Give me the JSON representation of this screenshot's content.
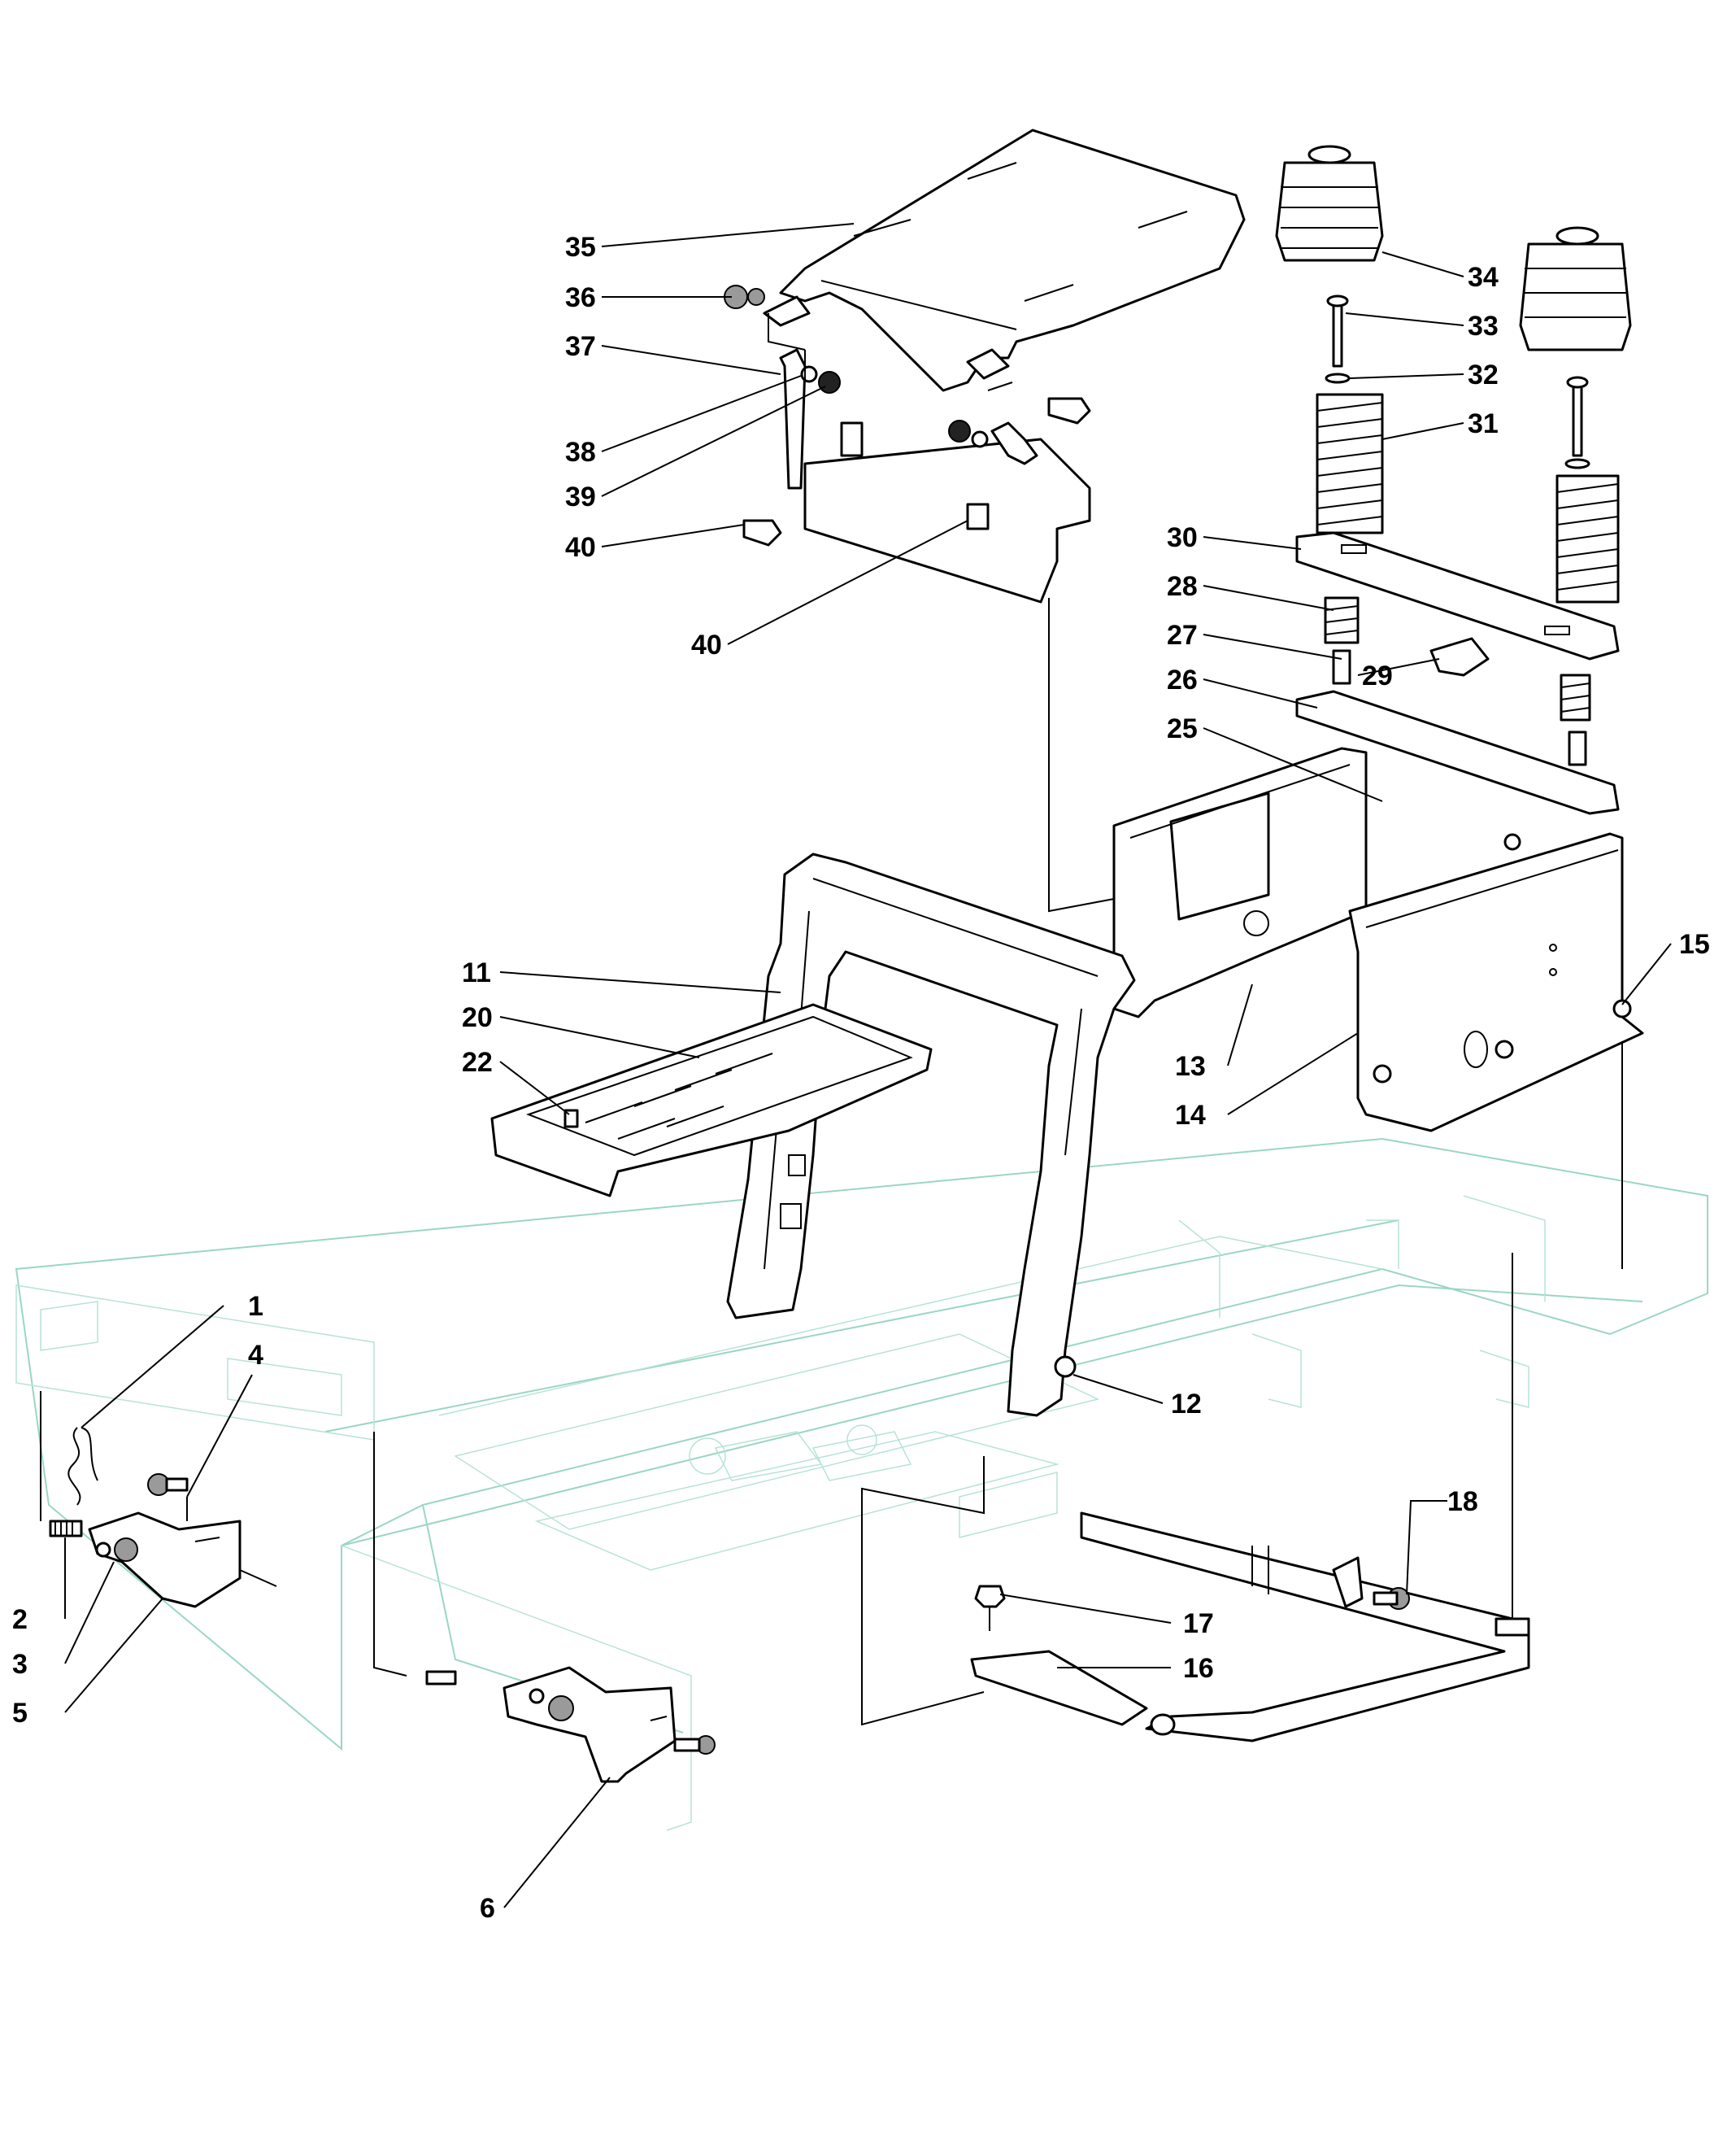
{
  "diagram": {
    "callouts": {
      "c1": "1",
      "c2": "2",
      "c3": "3",
      "c4": "4",
      "c5": "5",
      "c6": "6",
      "c11": "11",
      "c12": "12",
      "c13": "13",
      "c14": "14",
      "c15": "15",
      "c16": "16",
      "c17": "17",
      "c18": "18",
      "c20": "20",
      "c22": "22",
      "c25": "25",
      "c26": "26",
      "c27": "27",
      "c28": "28",
      "c29": "29",
      "c30": "30",
      "c31": "31",
      "c32": "32",
      "c33": "33",
      "c34": "34",
      "c35": "35",
      "c36": "36",
      "c37": "37",
      "c38": "38",
      "c39": "39",
      "c40a": "40",
      "c40b": "40"
    },
    "colors": {
      "parts": "#000000",
      "frame_ghost": "#9ad6c4",
      "background": "#ffffff"
    }
  }
}
